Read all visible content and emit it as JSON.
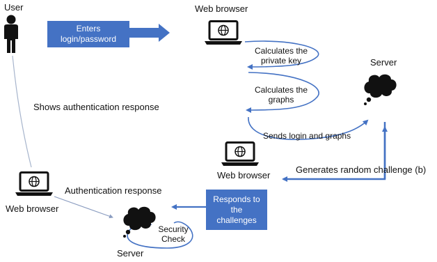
{
  "nodes": {
    "user": "User",
    "browser_top": "Web browser",
    "server_top": "Server",
    "browser_mid": "Web browser",
    "browser_left": "Web browser",
    "server_bottom": "Server"
  },
  "steps": {
    "enters_credentials": "Enters login/password",
    "calc_private_key": "Calculates the private key",
    "calc_graphs": "Calculates the graphs",
    "sends_login_graphs": "Sends login and graphs",
    "shows_auth_response": "Shows authentication response",
    "generates_challenge": "Generates random challenge (b)",
    "auth_response": "Authentication response",
    "responds_challenges": "Responds to the challenges",
    "security_check": "Security Check"
  },
  "colors": {
    "accent": "#4472c4",
    "line": "#4472c4",
    "thin_line": "#a6b4cc",
    "icon": "#111111"
  }
}
